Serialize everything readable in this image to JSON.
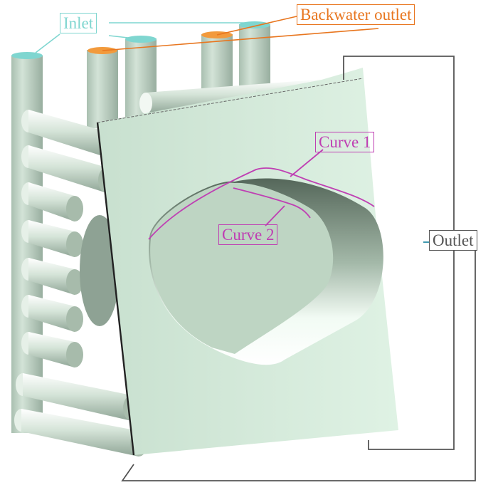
{
  "labels": {
    "inlet": "Inlet",
    "backwater_outlet": "Backwater outlet",
    "curve1": "Curve 1",
    "curve2": "Curve 2",
    "outlet": "Outlet"
  },
  "colors": {
    "inlet": "#7fd6d0",
    "backwater_outlet": "#e8761f",
    "curve": "#bf3fb3",
    "outlet": "#555555",
    "body": "#c9dccd",
    "plate": "#d4ebdb"
  }
}
